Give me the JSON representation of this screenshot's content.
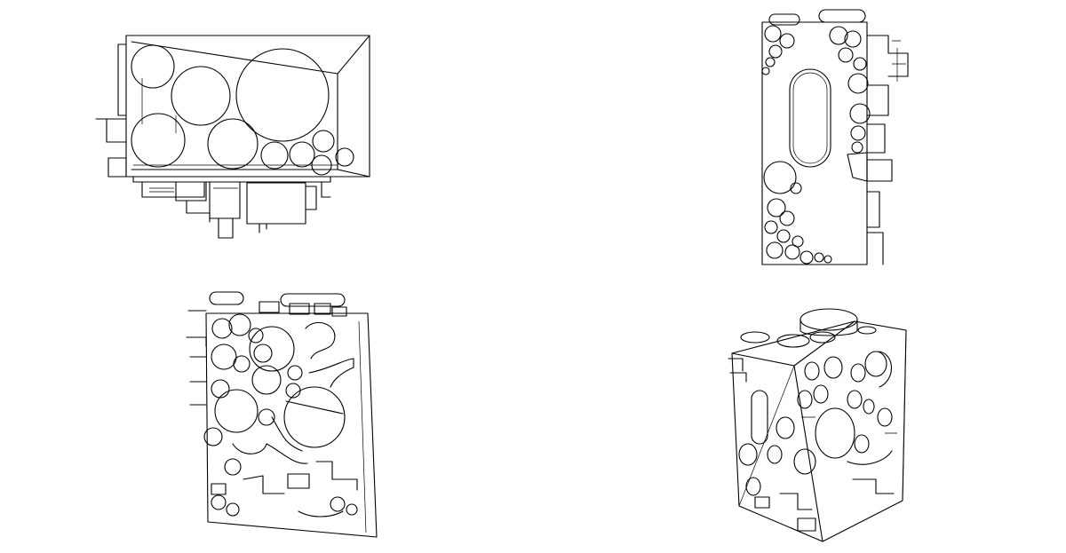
{
  "figure": {
    "background": "#ffffff",
    "line_color": "#000000",
    "views": [
      {
        "name": "top",
        "label": ""
      },
      {
        "name": "side",
        "label": ""
      },
      {
        "name": "front",
        "label": ""
      },
      {
        "name": "isometric",
        "label": ""
      }
    ]
  }
}
